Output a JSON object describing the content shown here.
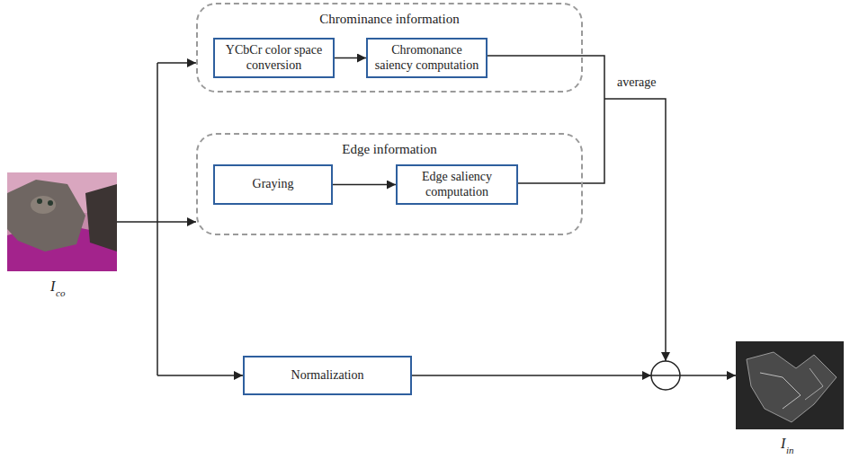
{
  "diagram": {
    "nodes": [
      {
        "text": [
          "Chrominance information"
        ]
      },
      {
        "text": [
          "YCbCr color space conversion"
        ],
        "in": 0
      },
      {
        "text": [
          "Chromonance saiency computation"
        ],
        "in": 0
      },
      {
        "text": [
          "Edge information"
        ]
      },
      {
        "text": [
          "Graying"
        ],
        "in": 3
      },
      {
        "text": [
          "Edge saliency computation"
        ],
        "in": 3
      },
      {
        "text": [
          "Normalization"
        ]
      }
    ],
    "edges": [
      {
        "from": 1,
        "to": 2,
        "arrow": "to"
      },
      {
        "from": 4,
        "to": 5,
        "arrow": "to"
      }
    ],
    "labels": [
      "average",
      "I",
      "co",
      "I",
      "in"
    ]
  }
}
